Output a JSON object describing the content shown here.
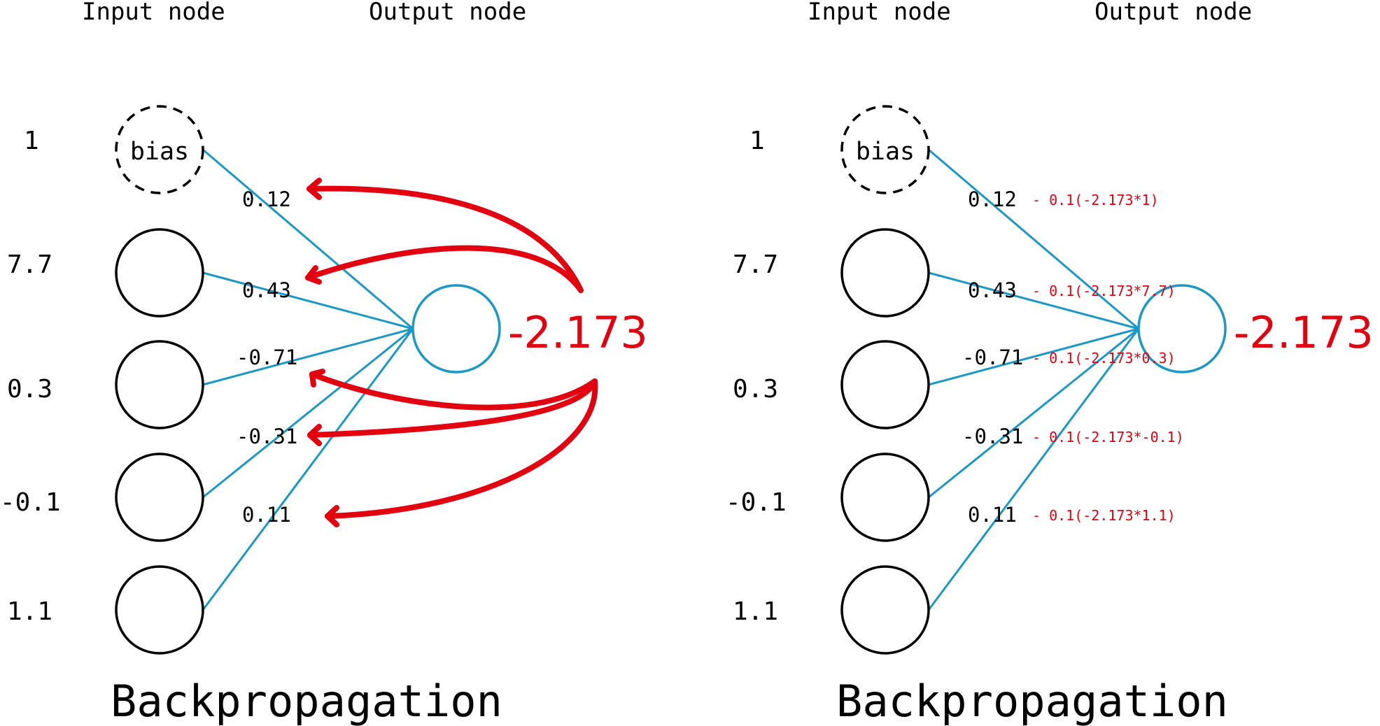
{
  "left": {
    "header_input": "Input node",
    "header_output": "Output node",
    "input_values": [
      "1",
      "7.7",
      "0.3",
      "-0.1",
      "1.1"
    ],
    "bias_label": "bias",
    "weights": [
      "0.12",
      "0.43",
      "-0.71",
      "-0.31",
      "0.11"
    ],
    "output_value": "-2.173",
    "title": "Backpropagation"
  },
  "right": {
    "header_input": "Input node",
    "header_output": "Output node",
    "input_values": [
      "1",
      "7.7",
      "0.3",
      "-0.1",
      "1.1"
    ],
    "bias_label": "bias",
    "weights": [
      "0.12",
      "0.43",
      "-0.71",
      "-0.31",
      "0.11"
    ],
    "updates": [
      "- 0.1(-2.173*1)",
      "- 0.1(-2.173*7.7)",
      "- 0.1(-2.173*0.3)",
      "- 0.1(-2.173*-0.1)",
      "- 0.1(-2.173*1.1)"
    ],
    "output_value": "-2.173",
    "title": "Backpropagation"
  },
  "colors": {
    "edge": "#1a98c8",
    "output_node": "#1a98c8",
    "highlight": "#e3000f",
    "node_stroke": "#000000"
  }
}
